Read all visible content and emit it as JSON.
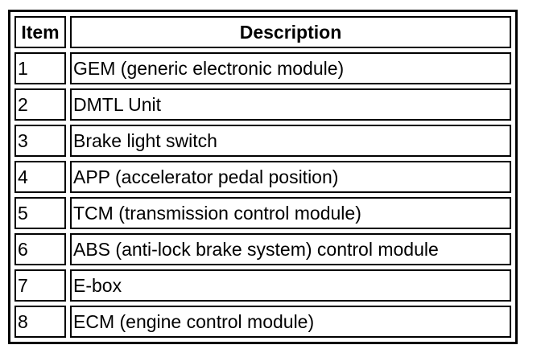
{
  "table": {
    "headers": {
      "item": "Item",
      "description": "Description"
    },
    "rows": [
      {
        "item": "1",
        "description": "GEM (generic electronic module)"
      },
      {
        "item": "2",
        "description": "DMTL Unit"
      },
      {
        "item": "3",
        "description": "Brake light switch"
      },
      {
        "item": "4",
        "description": "APP (accelerator pedal position)"
      },
      {
        "item": "5",
        "description": "TCM (transmission control module)"
      },
      {
        "item": "6",
        "description": "ABS (anti-lock brake system) control module"
      },
      {
        "item": "7",
        "description": "E-box"
      },
      {
        "item": "8",
        "description": "ECM (engine control module)"
      }
    ]
  }
}
